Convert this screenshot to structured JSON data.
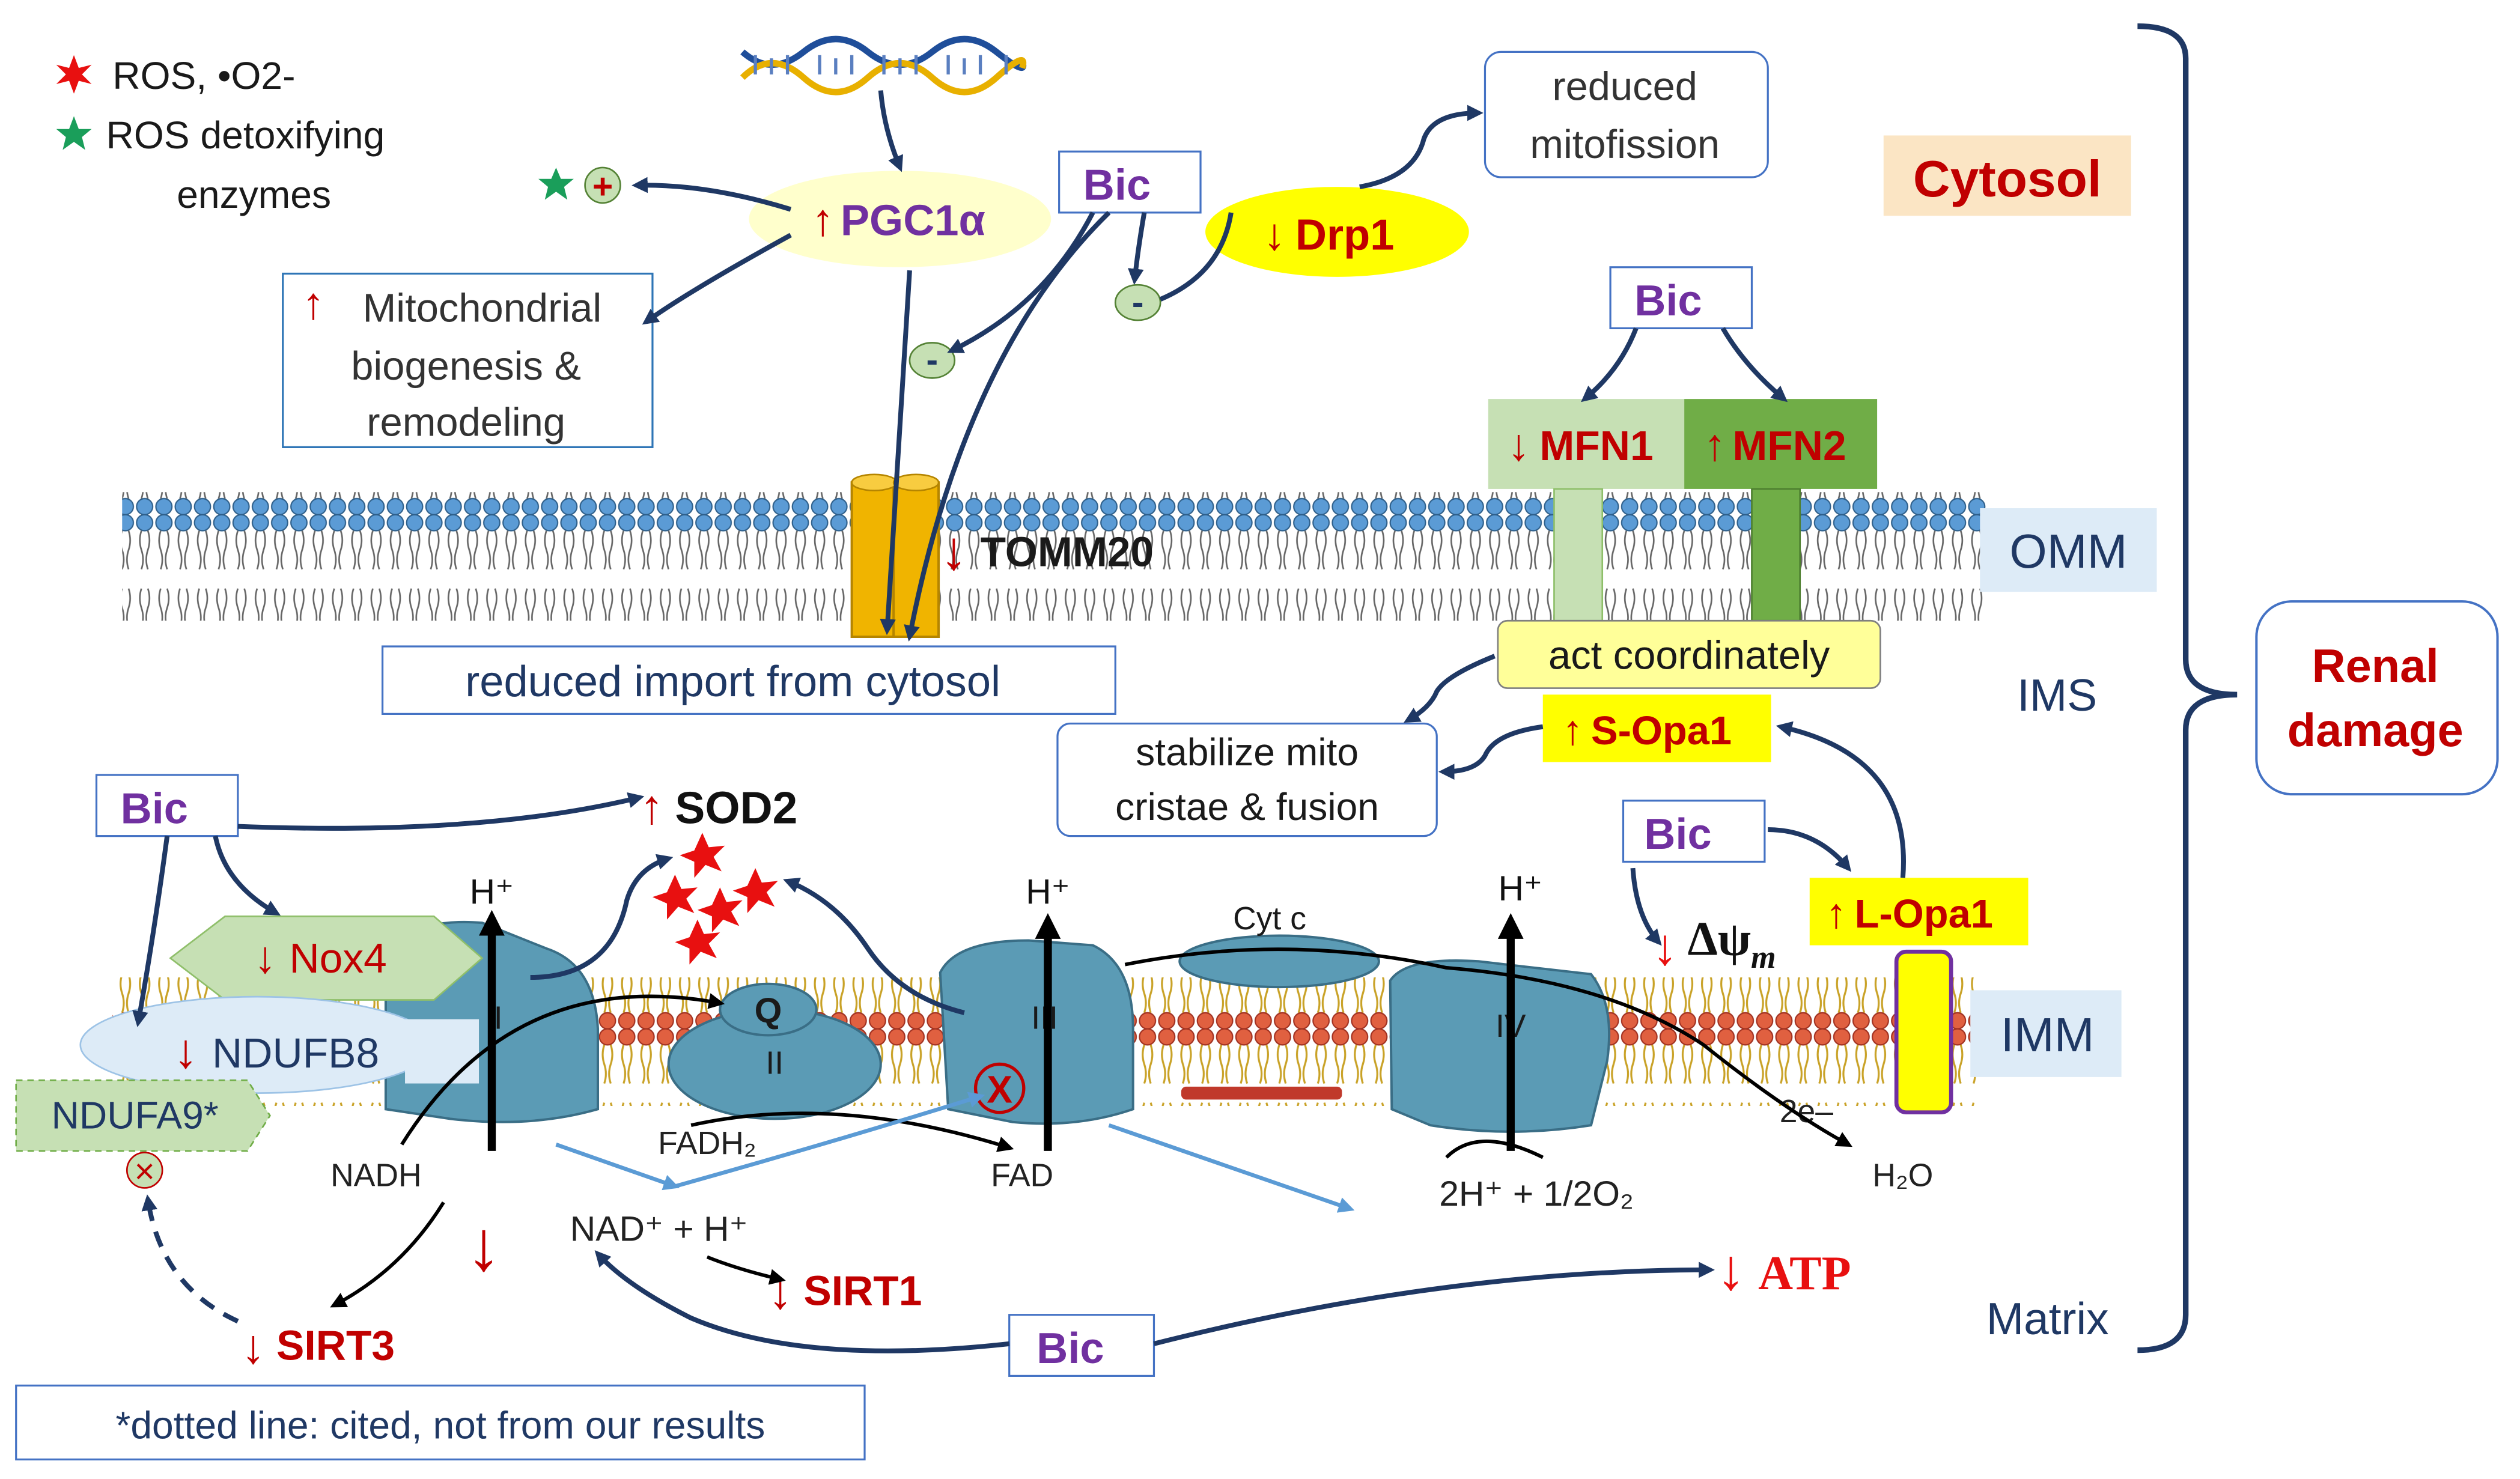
{
  "legend": {
    "ros": "ROS, •O2-",
    "ros_detox_line1": "ROS detoxifying",
    "ros_detox_line2": "enzymes"
  },
  "compartments": {
    "cytosol": "Cytosol",
    "omm": "OMM",
    "ims": "IMS",
    "imm": "IMM",
    "matrix": "Matrix"
  },
  "outcome": {
    "line1": "Renal",
    "line2": "damage"
  },
  "drug_label": "Bic",
  "arrows": {
    "up": "↑",
    "down": "↓"
  },
  "signs": {
    "plus": "+",
    "minus": "-",
    "cross": "X",
    "xmark": "×"
  },
  "nodes": {
    "pgc1a": "PGC1α",
    "drp1": "Drp1",
    "tomm20": "TOMM20",
    "mfn1": "MFN1",
    "mfn2": "MFN2",
    "s_opa1": "S-Opa1",
    "l_opa1": "L-Opa1",
    "sod2": "SOD2",
    "nox4": "Nox4",
    "ndufb8": "NDUFB8",
    "ndufa9": "NDUFA9*",
    "sirt1": "SIRT1",
    "sirt3": "SIRT3",
    "atp": "ATP",
    "delta_psi": "Δψ",
    "delta_psi_sub": "m"
  },
  "boxes": {
    "reduced_mitofission_1": "reduced",
    "reduced_mitofission_2": "mitofission",
    "biogenesis_1": "Mitochondrial",
    "biogenesis_2": "biogenesis &",
    "biogenesis_3": "remodeling",
    "reduced_import": "reduced import from cytosol",
    "act_coordinately": "act coordinately",
    "stabilize_1": "stabilize mito",
    "stabilize_2": "cristae & fusion"
  },
  "etc": {
    "complex_1": "I",
    "complex_2": "II",
    "complex_3": "III",
    "complex_4": "IV",
    "q": "Q",
    "cyt_c": "Cyt c",
    "h_plus": "H⁺",
    "nadh": "NADH",
    "fadh2": "FADH₂",
    "fad": "FAD",
    "nad": "NAD⁺ + H⁺",
    "water_eq": "2H⁺ + 1/2O₂",
    "two_e": "2e–",
    "h2o": "H₂O"
  },
  "footnote": "*dotted line: cited, not from our results",
  "colors": {
    "arrow_navy": "#1f3864",
    "red": "#c00000",
    "purple": "#7030a0",
    "yellow": "#ffff00",
    "pale_yellow": "#ffffcc",
    "light_green": "#c6e0b4",
    "green": "#70ad47",
    "light_blue": "#ddebf7",
    "complex_blue": "#5b9bb5",
    "orange_channel": "#f0b400",
    "cytosol_bg": "#fbe5c4"
  }
}
